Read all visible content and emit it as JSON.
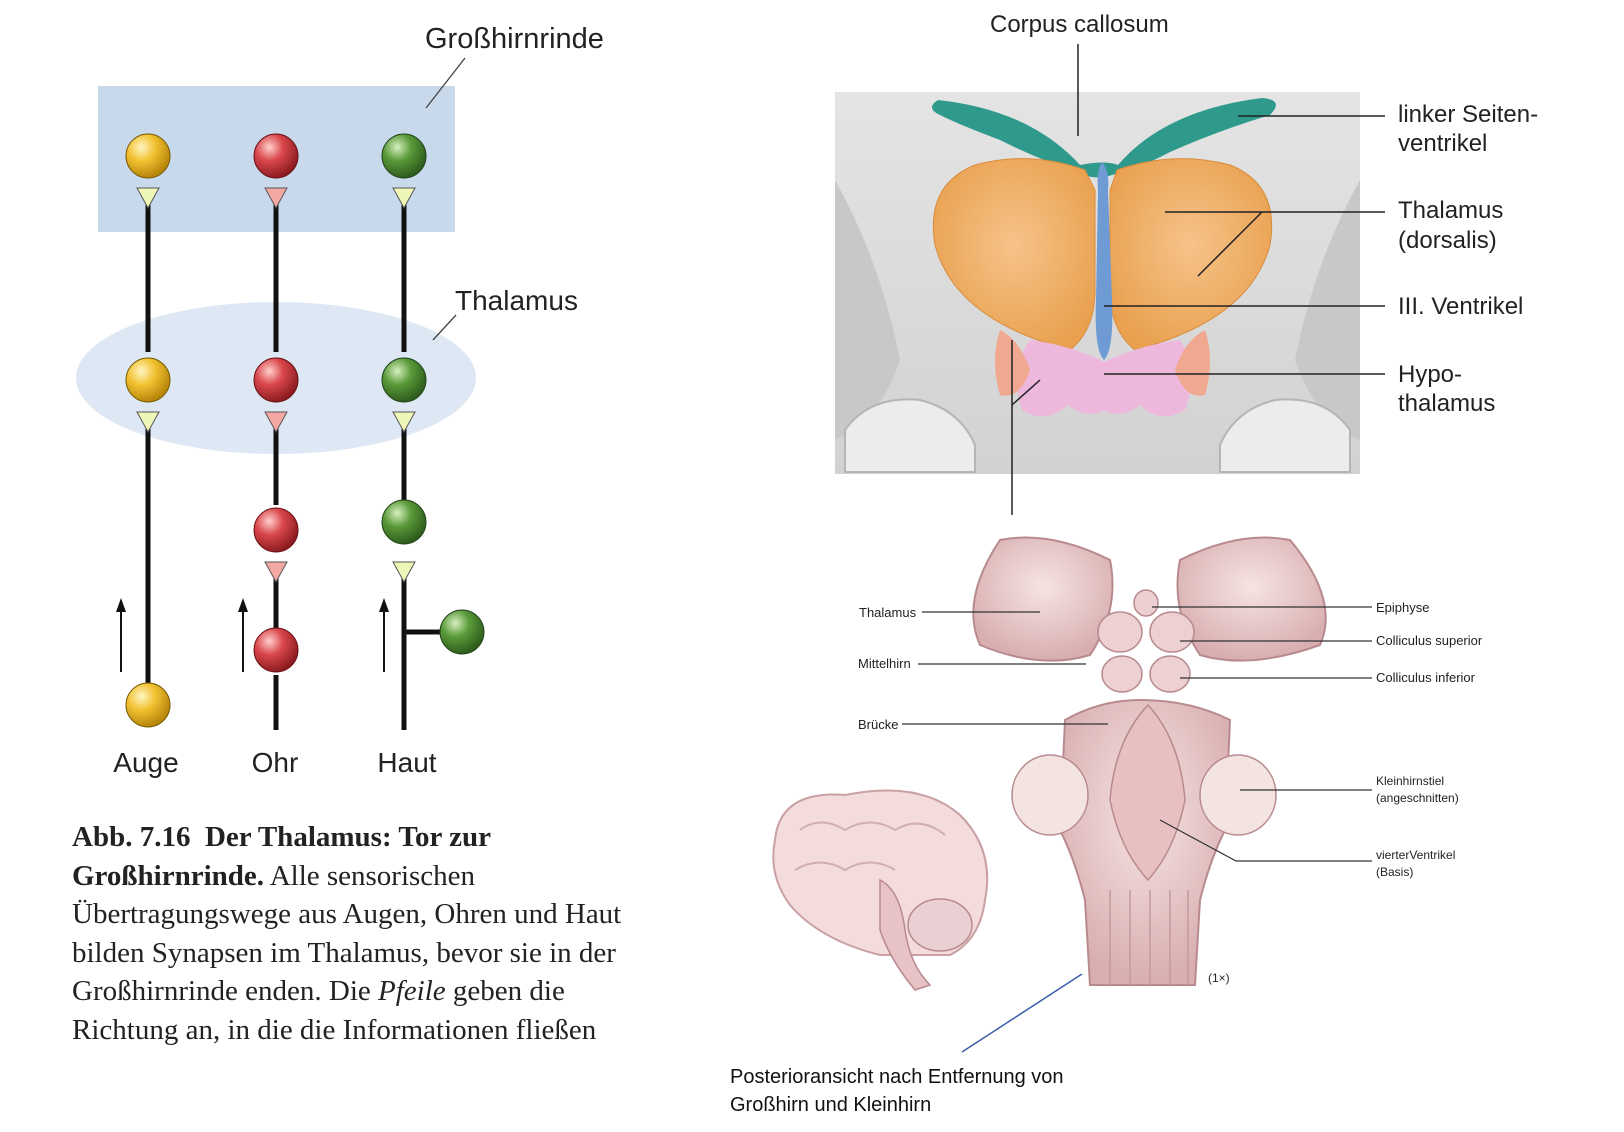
{
  "left_diagram": {
    "label_cortex": "Großhirnrinde",
    "label_thalamus": "Thalamus",
    "col_eye": "Auge",
    "col_ear": "Ohr",
    "col_skin": "Haut",
    "colors": {
      "eye": "#f2c232",
      "ear": "#d9474b",
      "skin": "#5a9a3a",
      "cortex_box": "#c9d9ec",
      "thalamus_ellipse": "#dde8f4"
    }
  },
  "caption": {
    "fig": "Abb. 7.16",
    "title": "Der Thalamus: Tor zur Großhirnrinde.",
    "body": "Alle sensorischen Übertragungswege aus Augen, Ohren und Haut bilden Synapsen im Thalamus, bevor sie in der Großhirnrinde enden. Die",
    "italic": "Pfeile",
    "body2": "geben die Richtung an, in die die Informationen fließen"
  },
  "coronal_section": {
    "corpus_callosum": "Corpus callosum",
    "ventricle_line1": "linker Seiten-",
    "ventricle_line2": "ventrikel",
    "thalamus_line1": "Thalamus",
    "thalamus_line2": "(dorsalis)",
    "third_ventricle": "III. Ventrikel",
    "hypo_line1": "Hypo-",
    "hypo_line2": "thalamus"
  },
  "brainstem": {
    "thalamus": "Thalamus",
    "mittelhirn": "Mittelhirn",
    "bruecke": "Brücke",
    "epiphyse": "Epiphyse",
    "colliculus_superior": "Colliculus superior",
    "colliculus_inferior": "Colliculus inferior",
    "kleinhirnstiel_1": "Kleinhirnstiel",
    "kleinhirnstiel_2": "(angeschnitten)",
    "ventrikel_1": "vierterVentrikel",
    "ventrikel_2": "(Basis)",
    "scale": "(1×)"
  },
  "posterior_note": {
    "line1": "Posterioransicht nach Entfernung von",
    "line2": "Großhirn und Kleinhirn"
  }
}
